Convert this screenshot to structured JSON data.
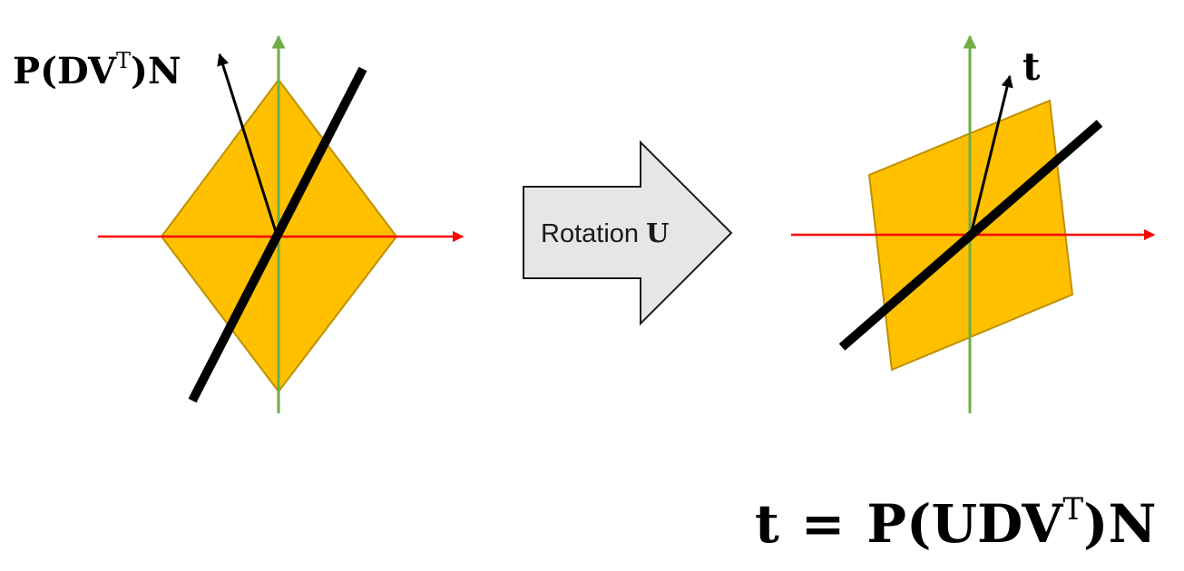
{
  "left_panel": {
    "label_main": "P(DV",
    "label_sup": "T",
    "label_tail": ")N"
  },
  "transform_arrow": {
    "label_text": "Rotation ",
    "label_symbol": "U"
  },
  "right_panel": {
    "vector_label": "t"
  },
  "equation": {
    "lhs": "t",
    "equals": "=",
    "rhs_main": "P(UDV",
    "rhs_sup": "T",
    "rhs_tail": ")N"
  },
  "colors": {
    "x_axis": "#ff0000",
    "y_axis": "#70ad47",
    "shape_fill": "#ffc000",
    "shape_stroke": "#bf9000",
    "line": "#000000",
    "arrow_fill": "#e6e6e6",
    "arrow_stroke": "#1a1a1a"
  }
}
